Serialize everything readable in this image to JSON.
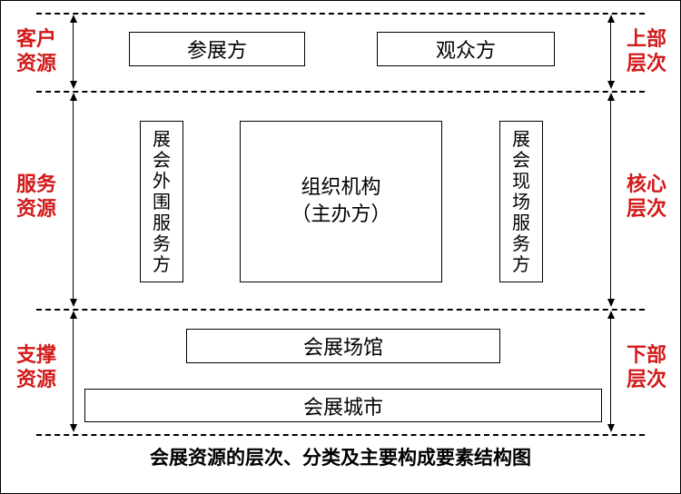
{
  "left_labels": {
    "top": "客户\n资源",
    "middle": "服务\n资源",
    "bottom": "支撑\n资源"
  },
  "right_labels": {
    "top": "上部\n层次",
    "middle": "核心\n层次",
    "bottom": "下部\n层次"
  },
  "top_layer": {
    "box1": "参展方",
    "box2": "观众方"
  },
  "core_layer": {
    "left_vertical": "展会外围服务方",
    "center_line1": "组织机构",
    "center_line2": "（主办方）",
    "right_vertical": "展会现场服务方"
  },
  "bottom_layer": {
    "box1": "会展场馆",
    "box2": "会展城市"
  },
  "caption": "会展资源的层次、分类及主要构成要素结构图",
  "colors": {
    "label_red": "#d21a1a",
    "line": "#000000"
  }
}
